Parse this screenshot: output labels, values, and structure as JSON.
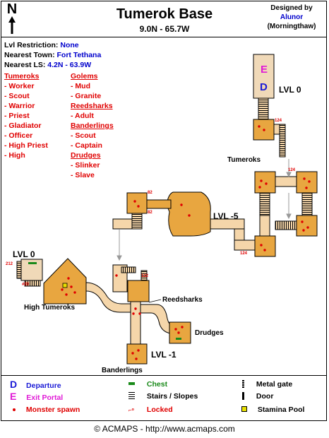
{
  "header": {
    "title": "Tumerok Base",
    "coords": "9.0N - 65.7W",
    "designed_by_label": "Designed by",
    "author": "Alunor",
    "author_sub": "(Morningthaw)",
    "compass_letter": "N"
  },
  "info": {
    "lvl_label": "Lvl Restriction:",
    "lvl_value": "None",
    "town_label": "Nearest Town:",
    "town_value": "Fort Tethana",
    "ls_label": "Nearest LS:",
    "ls_value": "4.2N - 63.9W"
  },
  "monsters": {
    "col1": [
      {
        "heading": "Tumeroks",
        "items": [
          "- Worker",
          "- Scout",
          "- Warrior",
          "- Priest",
          "- Gladiator",
          "- Officer",
          "- High Priest",
          "- High"
        ]
      }
    ],
    "col2": [
      {
        "heading": "Golems",
        "items": [
          "- Mud",
          "- Granite"
        ]
      },
      {
        "heading": "Reedsharks",
        "items": [
          "- Adult"
        ]
      },
      {
        "heading": "Banderlings",
        "items": [
          "- Scout",
          "- Captain"
        ]
      },
      {
        "heading": "Drudges",
        "items": [
          "- Slinker",
          "- Slave"
        ]
      }
    ]
  },
  "map_labels": {
    "lvl0_top": "LVL 0",
    "lvl_minus5": "LVL -5",
    "lvl0_left": "LVL 0",
    "lvl_minus1": "LVL -1",
    "tumeroks": "Tumeroks",
    "high_tumeroks": "High Tumeroks",
    "reedsharks": "Reedsharks",
    "drudges": "Drudges",
    "banderlings": "Banderlings",
    "departure_letter": "D",
    "exit_letter": "E",
    "locked_codes": [
      "124",
      "124",
      "82",
      "82",
      "124",
      "212",
      "#20",
      "122"
    ]
  },
  "legend": {
    "departure": {
      "symbol": "D",
      "label": "Departure"
    },
    "exit": {
      "symbol": "E",
      "label": "Exit Portal"
    },
    "spawn": {
      "label": "Monster spawn"
    },
    "chest": {
      "label": "Chest"
    },
    "stairs": {
      "label": "Stairs / Slopes"
    },
    "locked": {
      "label": "Locked"
    },
    "metal_gate": {
      "label": "Metal gate"
    },
    "door": {
      "label": "Door"
    },
    "stamina": {
      "label": "Stamina Pool"
    }
  },
  "footer": {
    "text": "© ACMAPS - http://www.acmaps.com"
  },
  "colors": {
    "floor": "#e8a640",
    "floor_dark": "#d98a1e",
    "corridor": "#f5d6aa",
    "wall": "#000000",
    "spawn": "#e00000",
    "chest": "#1a8a1a",
    "departure": "#1a1ad6",
    "exit": "#e01ad6",
    "stamina": "#e8e000",
    "start_room": "#f0d9b8"
  }
}
